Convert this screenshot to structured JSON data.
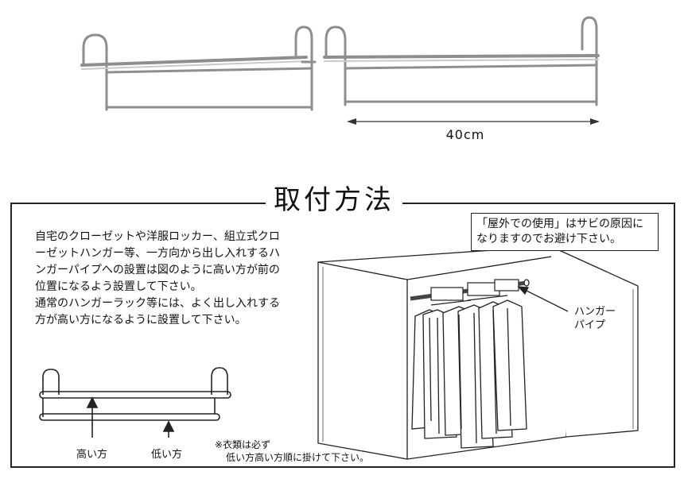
{
  "dimension": {
    "width_label": "40cm"
  },
  "installation": {
    "title": "取付方法",
    "paragraph1": "自宅のクローゼットや洋服ロッカー、組立式クローゼットハンガー等、一方向から出し入れするハンガーパイプへの設置は図のように高い方が前の位置になるよう設置して下さい。",
    "paragraph2": "通常のハンガーラック等には、よく出し入れする方が高い方になるように設置して下さい。",
    "high_side_label": "高い方",
    "low_side_label": "低い方",
    "note_line1": "※衣類は必ず",
    "note_line2": "低い方高い方順に掛けて下さい。",
    "warning": "「屋外での使用」はサビの原因になりますのでお避け下さい。",
    "pipe_label": "ハンガーパイプ"
  }
}
